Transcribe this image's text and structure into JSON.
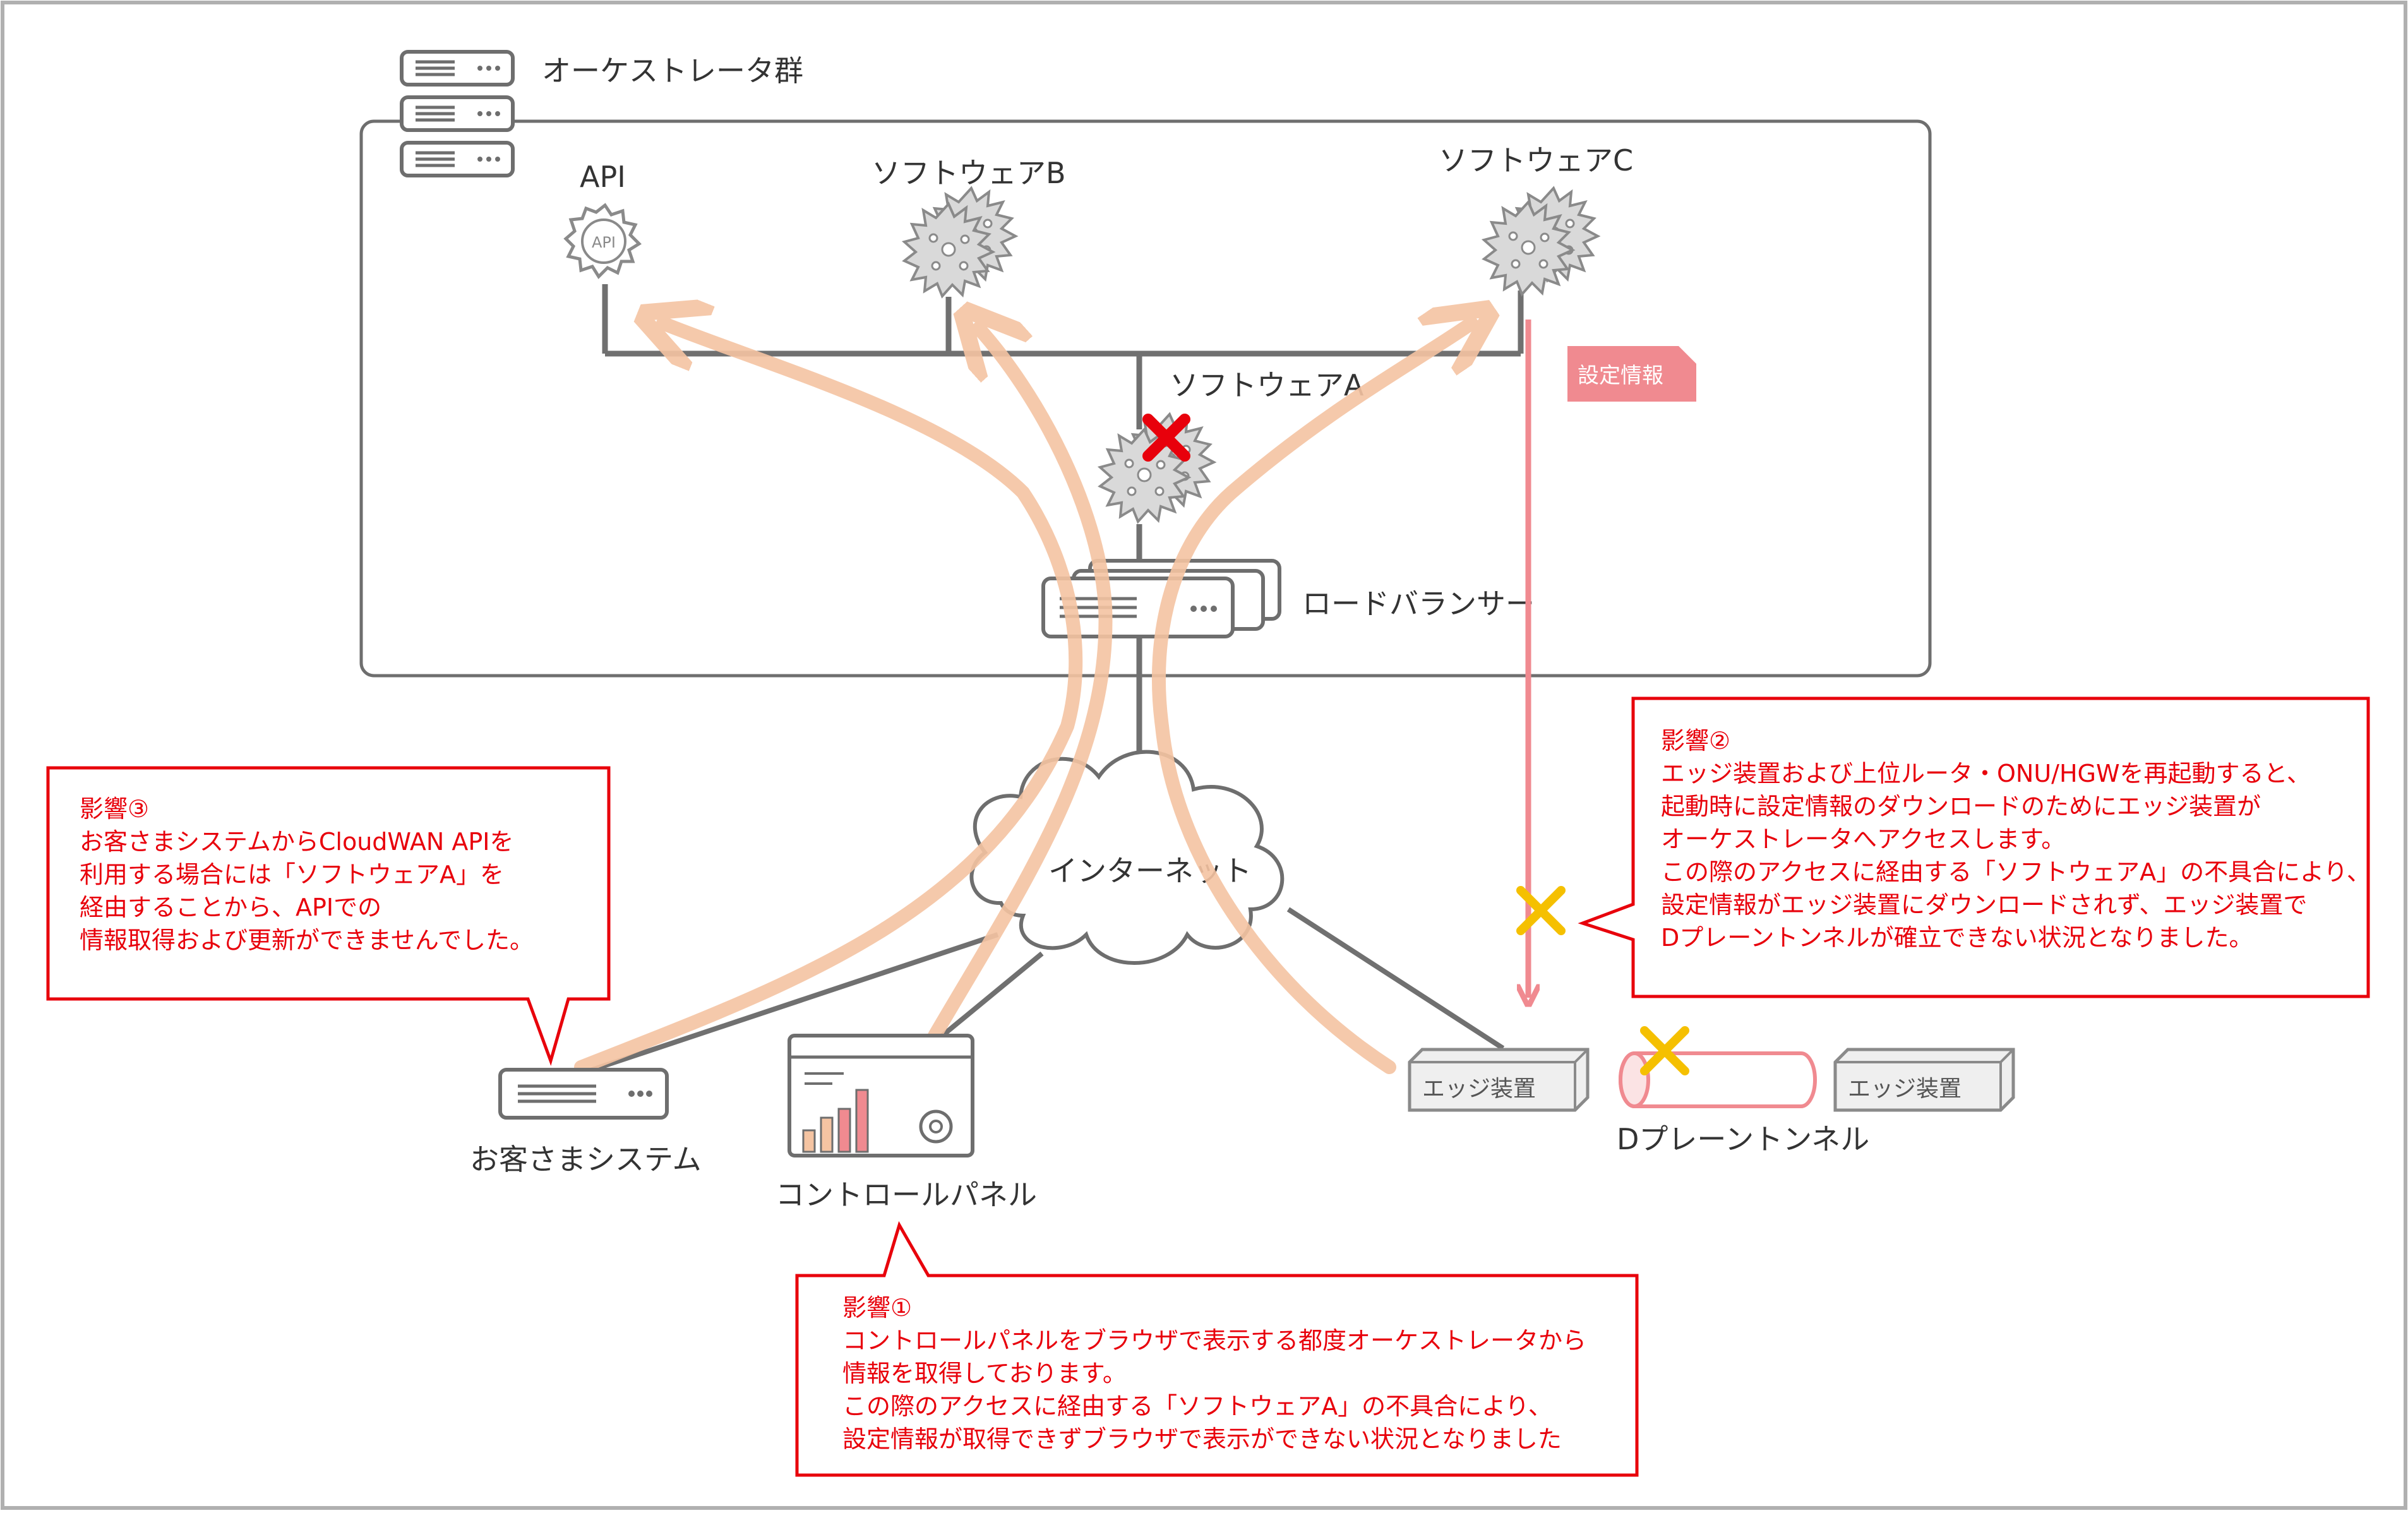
{
  "diagram": {
    "orchestrator_group_label": "オーケストレータ群",
    "api_label": "API",
    "api_icon_text": "API",
    "software_b_label": "ソフトウェアB",
    "software_c_label": "ソフトウェアC",
    "software_a_label": "ソフトウェアA",
    "load_balancer_label": "ロードバランサー",
    "config_info_tag": "設定情報",
    "internet_label": "インターネット",
    "customer_system_label": "お客さまシステム",
    "control_panel_label": "コントロールパネル",
    "edge_device_1_label": "エッジ装置",
    "edge_device_2_label": "エッジ装置",
    "d_plane_tunnel_label": "Dプレーントンネル"
  },
  "callouts": {
    "impact1": {
      "title": "影響①",
      "lines": [
        "コントロールパネルをブラウザで表示する都度オーケストレータから",
        "情報を取得しております。",
        "この際のアクセスに経由する「ソフトウェアA」の不具合により、",
        "設定情報が取得できずブラウザで表示ができない状況となりました"
      ]
    },
    "impact2": {
      "title": "影響②",
      "lines": [
        "エッジ装置および上位ルータ・ONU/HGWを再起動すると、",
        "起動時に設定情報のダウンロードのためにエッジ装置が",
        "オーケストレータへアクセスします。",
        "この際のアクセスに経由する「ソフトウェアA」の不具合により、",
        "設定情報がエッジ装置にダウンロードされず、エッジ装置で",
        "Dプレーントンネルが確立できない状況となりました。"
      ]
    },
    "impact3": {
      "title": "影響③",
      "lines": [
        "お客さまシステムからCloudWAN APIを",
        "利用する場合には「ソフトウェアA」を",
        "経由することから、APIでの",
        "情報取得および更新ができませんでした。"
      ]
    }
  },
  "colors": {
    "flow_arrow": "#f5c4a2",
    "config_arrow": "#f08a90",
    "alert_red": "#e8000b",
    "warning_yellow": "#f5c000",
    "line_gray": "#707070",
    "icon_gray": "#cfcfcf"
  }
}
